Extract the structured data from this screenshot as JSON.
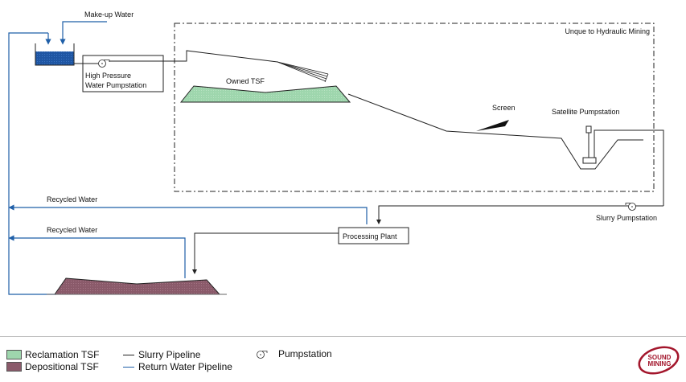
{
  "diagram": {
    "region_label": "Unque to Hydraulic Mining",
    "labels": {
      "makeup_water": "Make-up Water",
      "hp_pumpstation_line1": "High Pressure",
      "hp_pumpstation_line2": "Water Pumpstation",
      "owned_tsf": "Owned TSF",
      "screen": "Screen",
      "satellite_pumpstation": "Satellite Pumpstation",
      "slurry_pumpstation": "Slurry Pumpstation",
      "processing_plant": "Processing Plant",
      "recycled_water_1": "Recycled Water",
      "recycled_water_2": "Recycled Water"
    },
    "colors": {
      "slurry_pipeline": "#222222",
      "return_water_pipeline": "#1f5fa8",
      "reclamation_tsf": "#9ed6ad",
      "depositional_tsf": "#8a5a6a",
      "water_tank": "#1f56a3"
    }
  },
  "legend": {
    "reclamation_tsf": "Reclamation TSF",
    "depositional_tsf": "Depositional TSF",
    "slurry_pipeline": "Slurry Pipeline",
    "return_water_pipeline": "Return Water Pipeline",
    "pumpstation": "Pumpstation"
  },
  "logo": {
    "line1": "SOUND",
    "line2": "MINING",
    "color": "#a3162c"
  }
}
